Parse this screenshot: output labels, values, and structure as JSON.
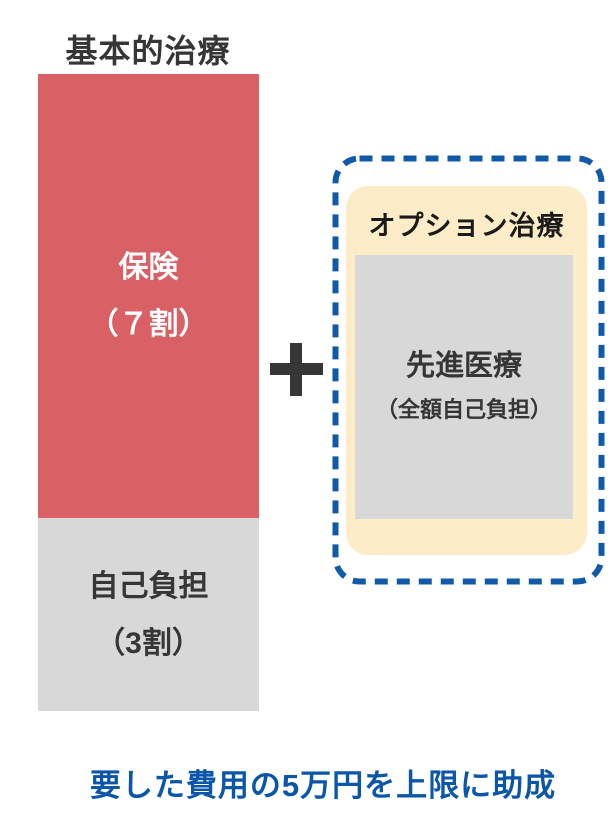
{
  "colors": {
    "red": "#d96165",
    "gray_bar": "#d8d8d8",
    "cream": "#fcecc7",
    "dash_blue": "#1159a9",
    "text_blue": "#0b56a8",
    "dark": "#363636"
  },
  "diagram": {
    "basic": {
      "title": "基本的治療",
      "insurance": {
        "label": "保険",
        "share_label": "（７割）",
        "share_percent": 70
      },
      "copay": {
        "label": "自己負担",
        "share_label": "（3割）",
        "share_percent": 30
      }
    },
    "option": {
      "title": "オプション治療",
      "body_label": "先進医療",
      "body_sublabel": "（全額自己負担）"
    },
    "footer_note": "要した費用の5万円を上限に助成"
  }
}
